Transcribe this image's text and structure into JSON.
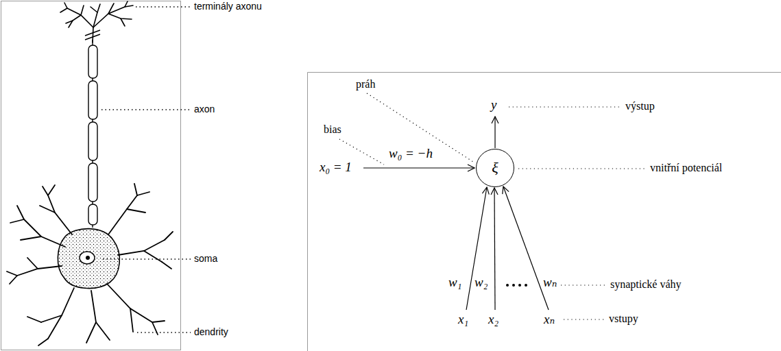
{
  "diagram": {
    "nodes": [
      {
        "text": [
          "ξ"
        ]
      }
    ],
    "labels": [
      "terminály axonu",
      "axon",
      "soma",
      "dendrity",
      "y",
      "výstup",
      "práh",
      "bias",
      "x₀ = 1",
      "w₀ = −h",
      "vnitřní potenciál",
      "w₁",
      "w₂",
      "wₙ",
      "synaptické váhy",
      "x₁",
      "x₂",
      "xₙ",
      "vstupy"
    ]
  }
}
